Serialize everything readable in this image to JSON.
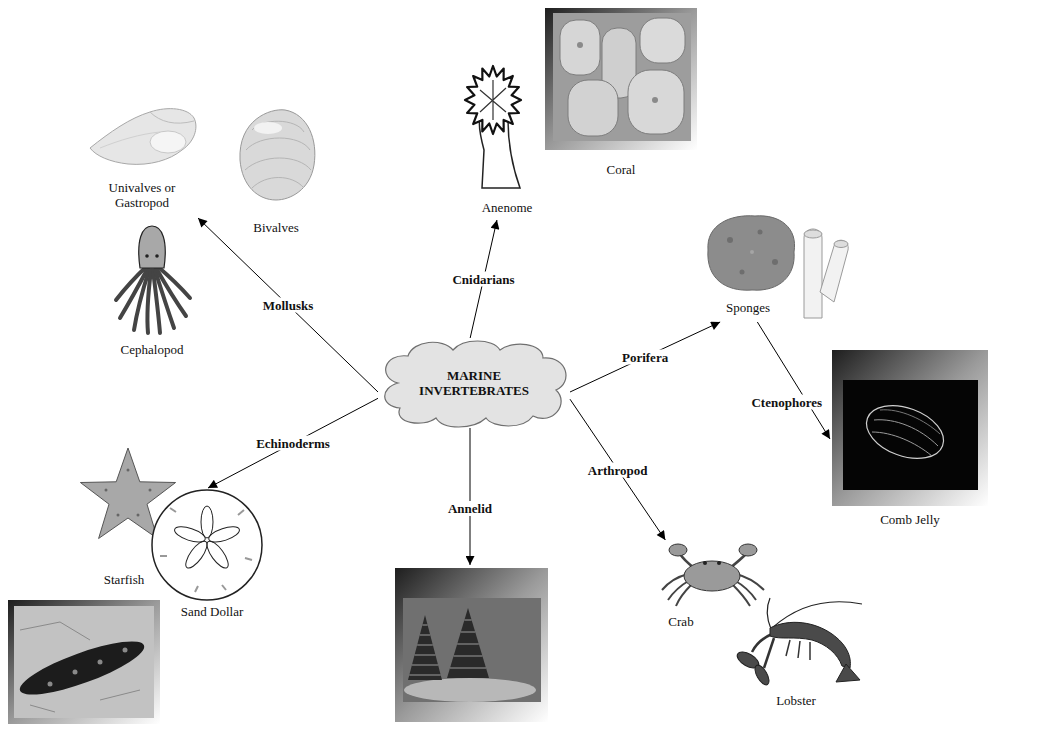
{
  "diagram": {
    "nodes": [
      {
        "text": [
          "MARINE INVERTEBRATES"
        ]
      },
      {
        "text": [
          "Univalves or Gastropod"
        ]
      },
      {
        "text": [
          "Anenome"
        ]
      },
      {
        "text": [
          "Sponges"
        ]
      },
      {
        "text": [
          "Comb Jelly"
        ]
      },
      {
        "text": [
          "Crab"
        ]
      },
      {
        "text": [
          "Sand Dollar"
        ]
      }
    ],
    "edges": [
      {
        "from": 0,
        "to": 1,
        "label": "Mollusks",
        "arrow": "to"
      },
      {
        "from": 0,
        "to": 2,
        "label": "Cnidarians",
        "arrow": "to"
      },
      {
        "from": 0,
        "to": 3,
        "label": "Porifera",
        "arrow": "to"
      },
      {
        "from": 3,
        "to": 4,
        "label": "Ctenophores",
        "arrow": "to"
      },
      {
        "from": 0,
        "to": 5,
        "label": "Arthropod",
        "arrow": "to"
      },
      {
        "from": 0,
        "to": 6,
        "label": "Echinoderms",
        "arrow": "to"
      }
    ],
    "labels": [
      "Bivalves",
      "Cephalopod",
      "Coral",
      "Annelid",
      "Starfish",
      "Lobster"
    ]
  }
}
